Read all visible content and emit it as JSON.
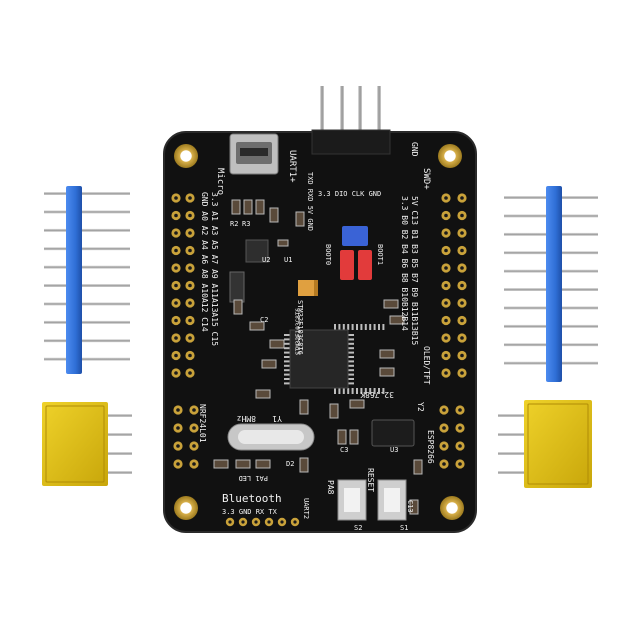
{
  "colors": {
    "background": "#ffffff",
    "pcb": "#111111",
    "silkscreen": "#f2f2f2",
    "header_blue": "#2f6fd6",
    "header_yellow": "#d9b80d",
    "pin_metal": "#b8b8b8",
    "gold_pad": "#c9a23a",
    "jumper_red": "#e23b3b",
    "jumper_blue": "#3a63d6",
    "tantalum_orange": "#e0a040"
  },
  "labels": {
    "micro": "Micro",
    "uart1_plus": "UART1+",
    "gnd": "GND",
    "swd_plus": "SWD+",
    "uart1_pins": "TXD RXD 5V GND",
    "swd_pins": "3.3 DIO CLK GND",
    "mcu_text": "STM32F103C8T6",
    "boot0": "BOOT0",
    "boot1": "BOOT1",
    "left_row_1": "GND A0 A2 A4 A6 A8 A10A12 C14",
    "left_row_2": "3.3 A1 A3 A5 A7 A9 A11A13A15 C15",
    "right_row_1": "3.3 B0 B2 B4 B6 B8 B10B12B14",
    "right_row_2": "5V C13 B1 B3 B5 B7 B9 B11B13B15",
    "oled_tft": "OLED/TFT",
    "nrf24l01": "NRF24L01",
    "esp8266": "ESP8266",
    "freq_8mhz": "8MHz",
    "freq_32768k": "32.768K",
    "crystal_y1": "Y1",
    "crystal_y2": "Y2",
    "pa8": "PA8",
    "reset": "RESET",
    "pa1_led": "PA1 LED",
    "bluetooth": "Bluetooth",
    "bt_pins": "3.3 GND RX TX",
    "uart2": "UART2",
    "s2": "S2",
    "s1": "S1",
    "d2": "D2",
    "r2": "R2",
    "r3": "R3",
    "c2": "C2",
    "c3": "C3",
    "c13": "C13",
    "u1": "U1",
    "u2": "U2",
    "u3": "U3"
  }
}
